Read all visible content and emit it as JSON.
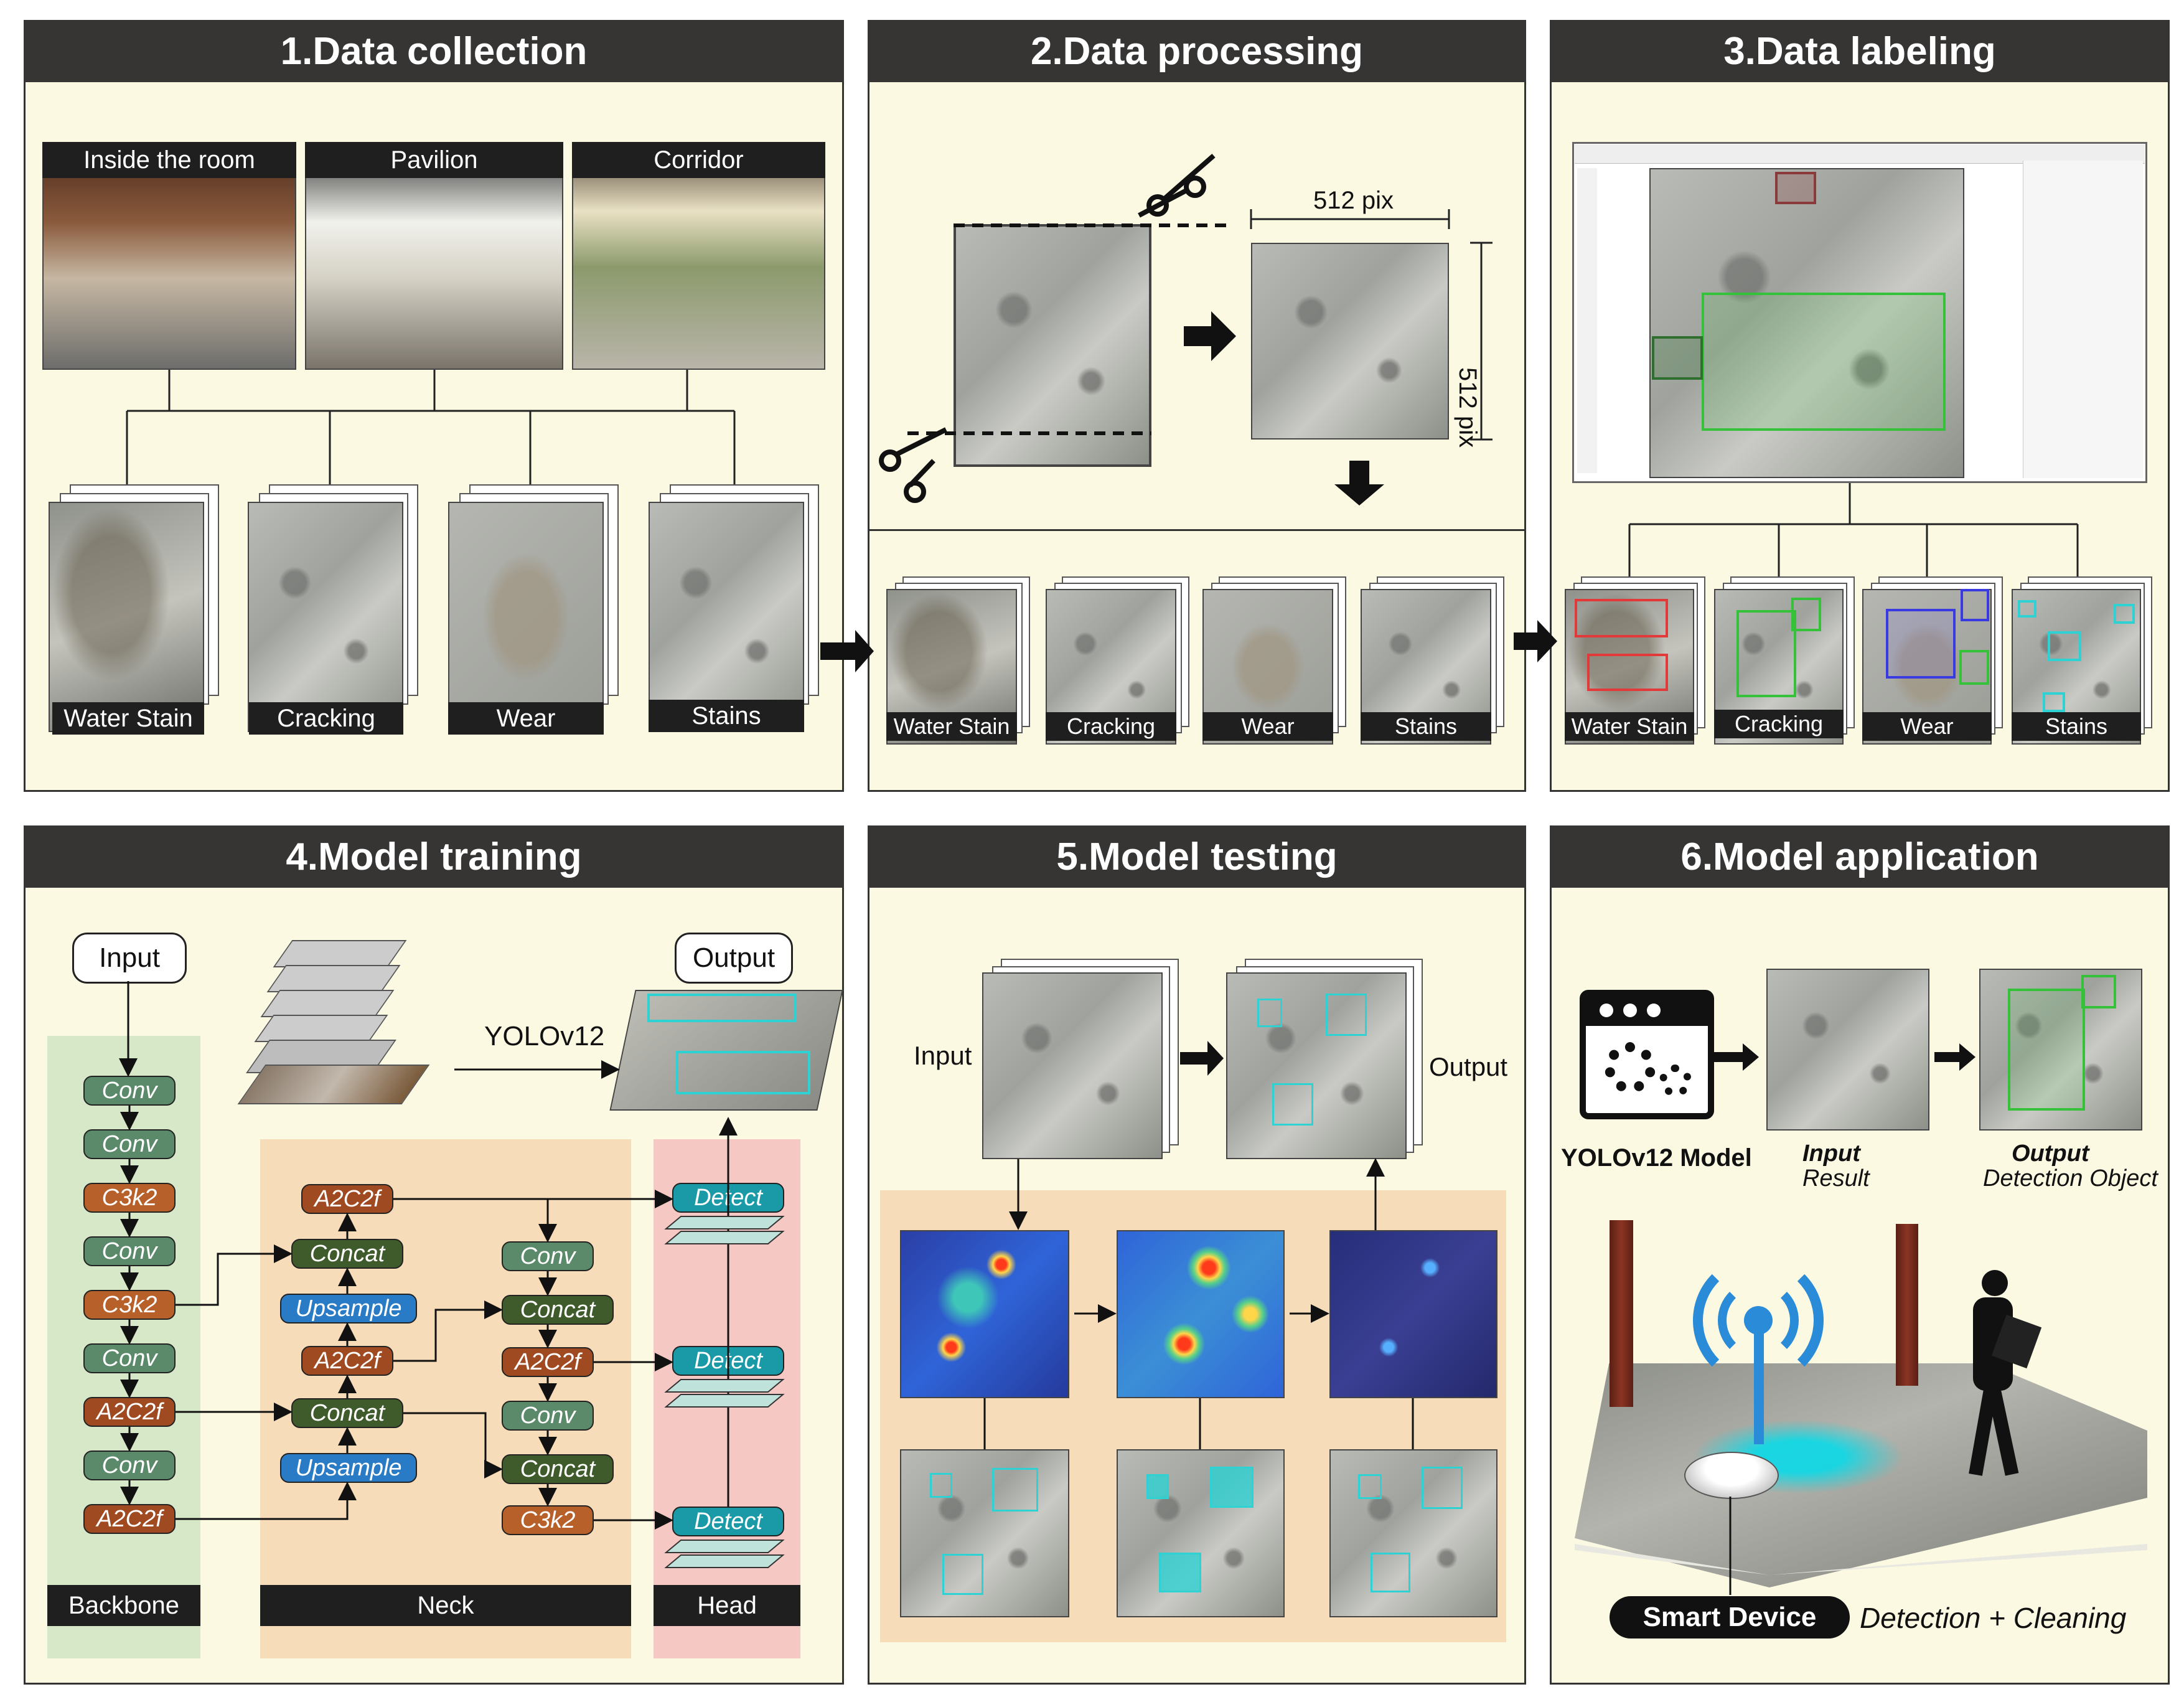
{
  "panels": {
    "p1": {
      "title": "1.Data collection",
      "scenes": [
        "Inside the room",
        "Pavilion",
        "Corridor"
      ],
      "categories": [
        "Water Stain",
        "Cracking",
        "Wear",
        "Stains"
      ]
    },
    "p2": {
      "title": "2.Data processing",
      "size_h": "512 pix",
      "size_v": "512 pix",
      "categories": [
        "Water Stain",
        "Cracking",
        "Wear",
        "Stains"
      ]
    },
    "p3": {
      "title": "3.Data labeling",
      "categories": [
        "Water Stain",
        "Cracking",
        "Wear",
        "Stains"
      ]
    },
    "p4": {
      "title": "4.Model training",
      "input": "Input",
      "output": "Output",
      "model": "YOLOv12",
      "backbone": [
        "Conv",
        "Conv",
        "C3k2",
        "Conv",
        "C3k2",
        "Conv",
        "A2C2f",
        "Conv",
        "A2C2f"
      ],
      "neck_left": [
        "A2C2f",
        "Concat",
        "Upsample",
        "A2C2f",
        "Concat",
        "Upsample"
      ],
      "neck_right": [
        "Conv",
        "Concat",
        "A2C2f",
        "Conv",
        "Concat",
        "C3k2"
      ],
      "head": [
        "Detect",
        "Detect",
        "Detect"
      ],
      "sections": [
        "Backbone",
        "Neck",
        "Head"
      ]
    },
    "p5": {
      "title": "5.Model testing",
      "input": "Input",
      "output": "Output"
    },
    "p6": {
      "title": "6.Model application",
      "model_label": "YOLOv12 Model",
      "input_label": "Input",
      "input_sub": "Result",
      "output_label": "Output",
      "output_sub": "Detection Object",
      "device": "Smart Device",
      "action": "Detection + Cleaning"
    }
  },
  "colors": {
    "panel_bg": "#fcf9e3",
    "header_bg": "#363534",
    "water_stain_box": "#e23a3a",
    "cracking_box": "#35c23a",
    "wear_box": "#3a3ae2",
    "stains_box": "#2ed2d2",
    "backbone_bg": "#d7e8c8",
    "neck_bg": "#f6dcb8",
    "head_bg": "#f5c8c4",
    "test_bg": "#f6dcb8"
  },
  "icons": [
    "scissors-icon",
    "gear-window-icon",
    "wifi-icon",
    "robot-vacuum-icon",
    "person-icon"
  ]
}
